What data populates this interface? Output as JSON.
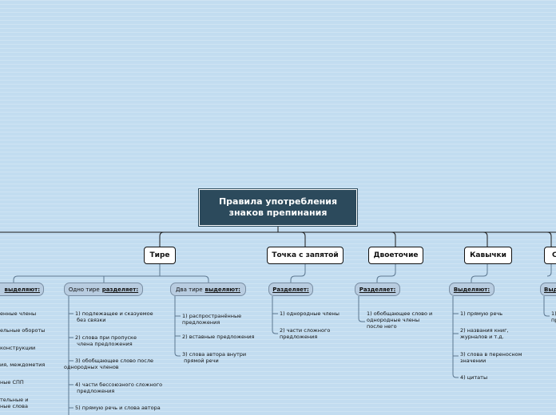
{
  "root": {
    "title_line1": "Правила употребления",
    "title_line2": "знаков препинания"
  },
  "topics": {
    "dash": "Тире",
    "semicolon": "Точка с запятой",
    "colon": "Двоеточие",
    "quotes": "Кавычки",
    "partial_right": "С"
  },
  "dash": {
    "left_sub_suffix": "выделяют:",
    "left_leaves": [
      "енные члены",
      "ельные обороты",
      "конструкции",
      "ия, междометия",
      "ные СПП",
      "тельные и",
      "ные слова"
    ],
    "one": {
      "prefix": "Одно тире",
      "verb": "разделяет:",
      "leaves": [
        [
          "1) подлежащее и сказуемое",
          "без связки"
        ],
        [
          "2) слова при пропуске",
          "члена предложения"
        ],
        [
          "3) обобщающее слово после",
          "однородных членов"
        ],
        [
          "4) части бессоюзного сложного",
          "предложения"
        ],
        [
          "5) прямую речь и слова автора"
        ]
      ]
    },
    "two": {
      "prefix": "Два тире",
      "verb": "выделяют:",
      "leaves": [
        [
          "1) распространённые",
          "предложения"
        ],
        [
          "2) вставные предложения"
        ],
        [
          "3) слова автора внутри",
          "прямой речи"
        ]
      ]
    }
  },
  "semicolon": {
    "sub": "Разделяет:",
    "leaves": [
      [
        "1) однородные члены"
      ],
      [
        "2) части сложного",
        "предложения"
      ]
    ]
  },
  "colon": {
    "sub": "Разделяет:",
    "leaves": [
      [
        "1) обобщающее слово и",
        "однородные члены",
        "после него"
      ]
    ]
  },
  "quotes": {
    "sub": "Выделяют:",
    "leaves": [
      [
        "1) прямую речь"
      ],
      [
        "2) названия книг,",
        "журналов и т.д."
      ],
      [
        "3) слова в переносном",
        "значении"
      ],
      [
        "4) цитаты"
      ]
    ]
  },
  "partial_right": {
    "sub": "Выд",
    "leaf": "1)",
    "leaf2": "пр"
  }
}
